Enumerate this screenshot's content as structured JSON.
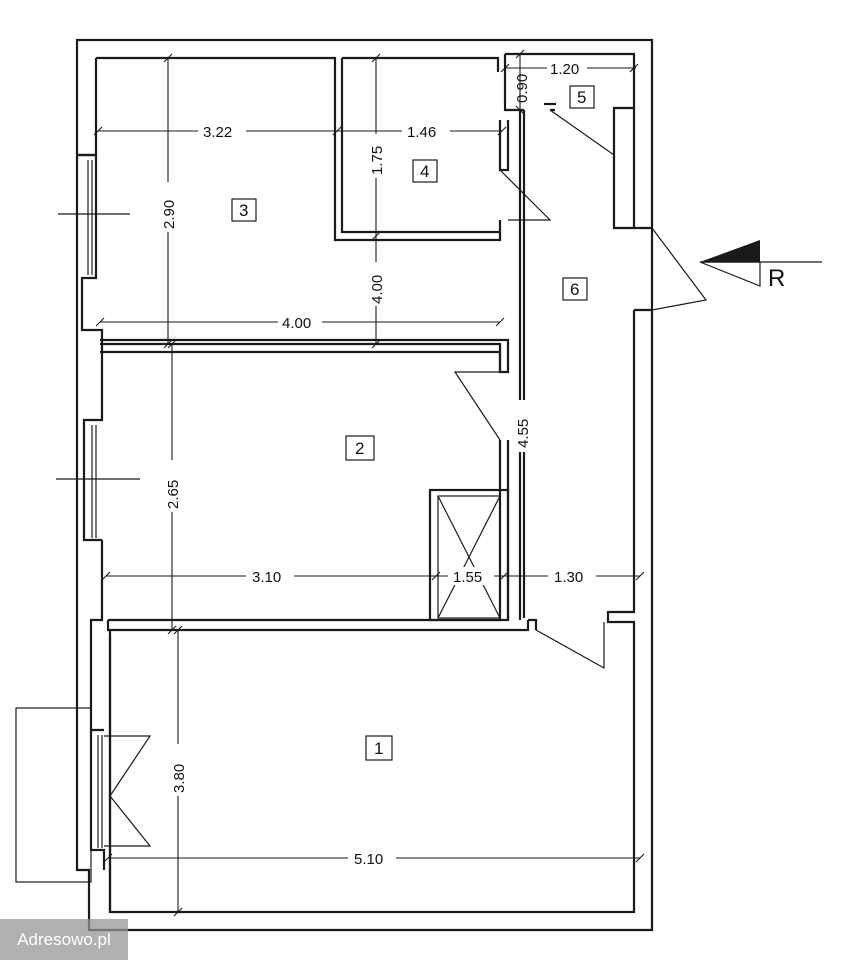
{
  "rooms": {
    "r1": "1",
    "r2": "2",
    "r3": "3",
    "r4": "4",
    "r5": "5",
    "r6": "6"
  },
  "dimensions": {
    "d_3_22": "3.22",
    "d_1_46": "1.46",
    "d_1_20": "1.20",
    "d_0_90": "0.90",
    "d_1_75": "1.75",
    "d_2_90": "2.90",
    "d_4_00_v": "4.00",
    "d_4_00_h": "4.00",
    "d_4_55": "4.55",
    "d_2_65": "2.65",
    "d_3_10": "3.10",
    "d_1_55": "1.55",
    "d_1_30": "1.30",
    "d_3_80": "3.80",
    "d_5_10": "5.10"
  },
  "entrance_marker": "R",
  "watermark": "Adresowo.pl"
}
